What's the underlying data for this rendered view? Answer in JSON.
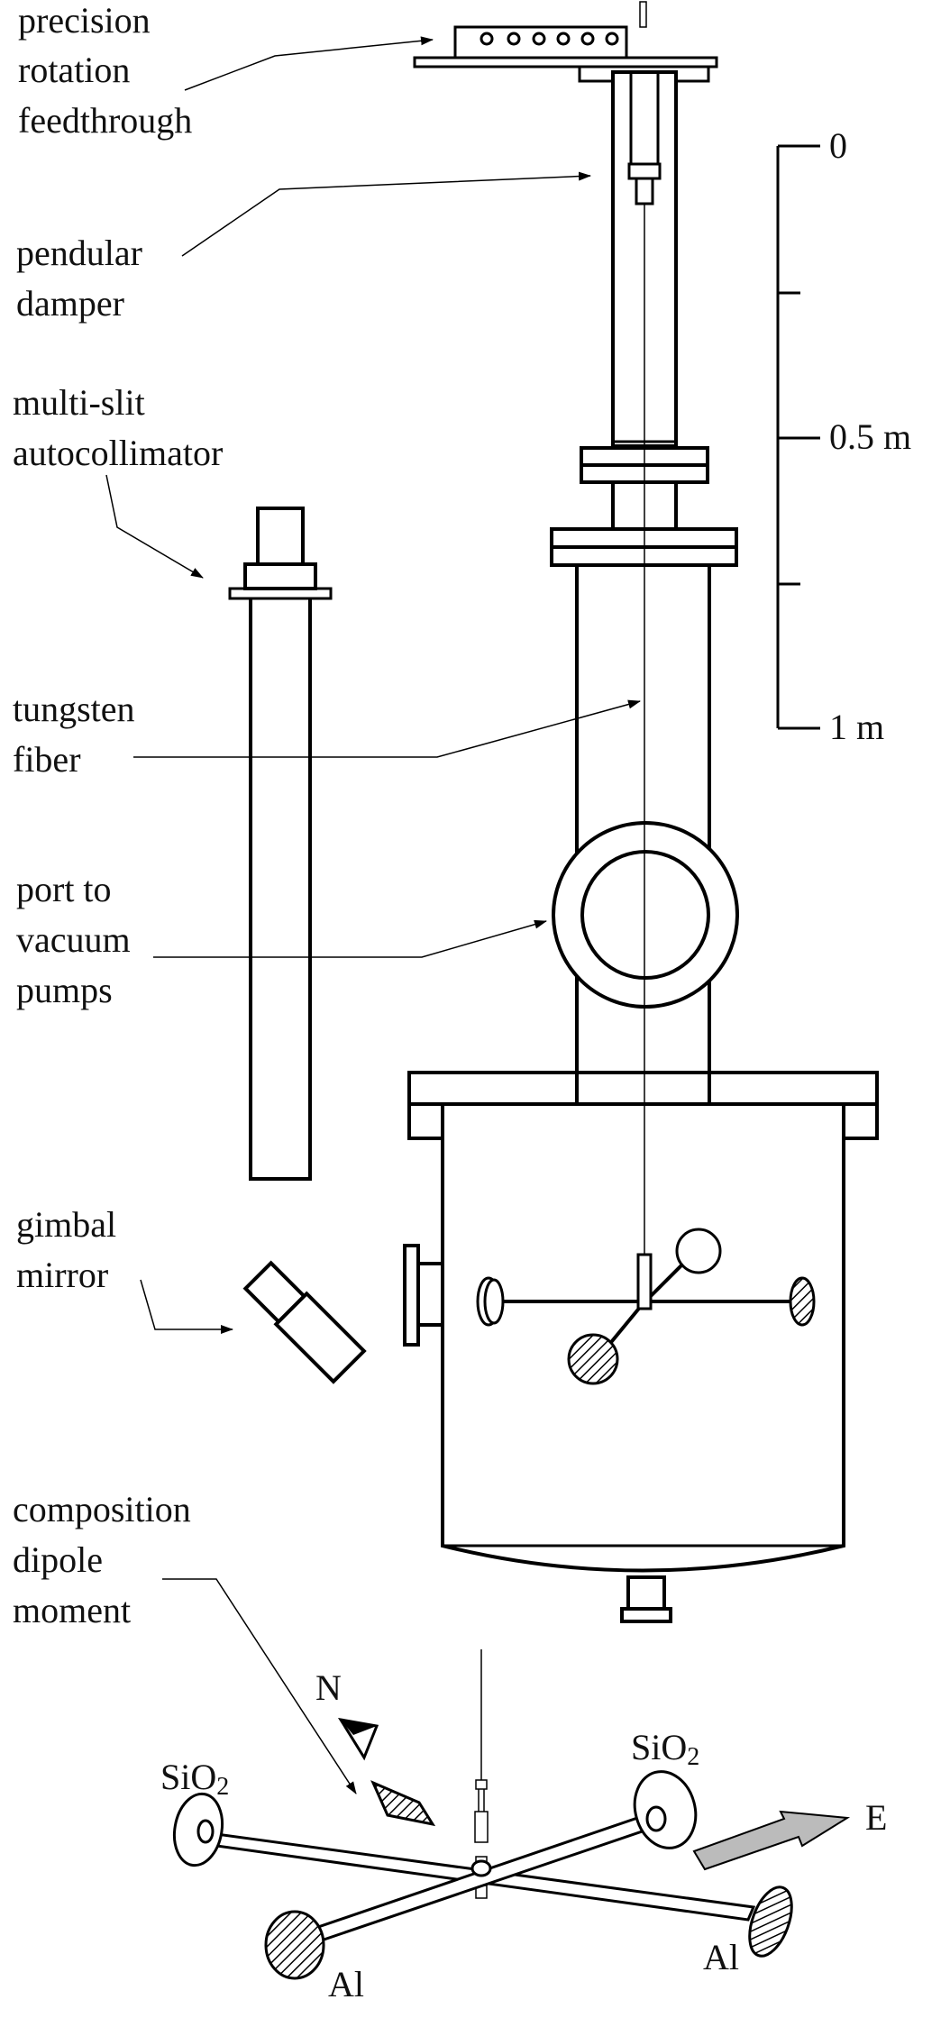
{
  "labels": {
    "rotation_feedthrough": [
      "precision",
      "rotation",
      "feedthrough"
    ],
    "pendular_damper": [
      "pendular",
      "damper"
    ],
    "autocollimator": [
      "multi-slit",
      "autocollimator"
    ],
    "tungsten_fiber": [
      "tungsten",
      "fiber"
    ],
    "vacuum_port": [
      "port to",
      "vacuum",
      "pumps"
    ],
    "gimbal_mirror": [
      "gimbal",
      "mirror"
    ],
    "dipole": [
      "composition",
      "dipole",
      "moment"
    ]
  },
  "scale_bar": {
    "top": "0",
    "middle": "0.5 m",
    "bottom": "1 m"
  },
  "pendulum": {
    "north": "N",
    "east": "E",
    "sio2_left": {
      "base": "SiO",
      "sub": "2"
    },
    "sio2_right": {
      "base": "SiO",
      "sub": "2"
    },
    "al_left": "Al",
    "al_right": "Al"
  },
  "colors": {
    "line": "#000000",
    "arrow_fill": "#bbbbbb",
    "hatch": "#000000"
  }
}
